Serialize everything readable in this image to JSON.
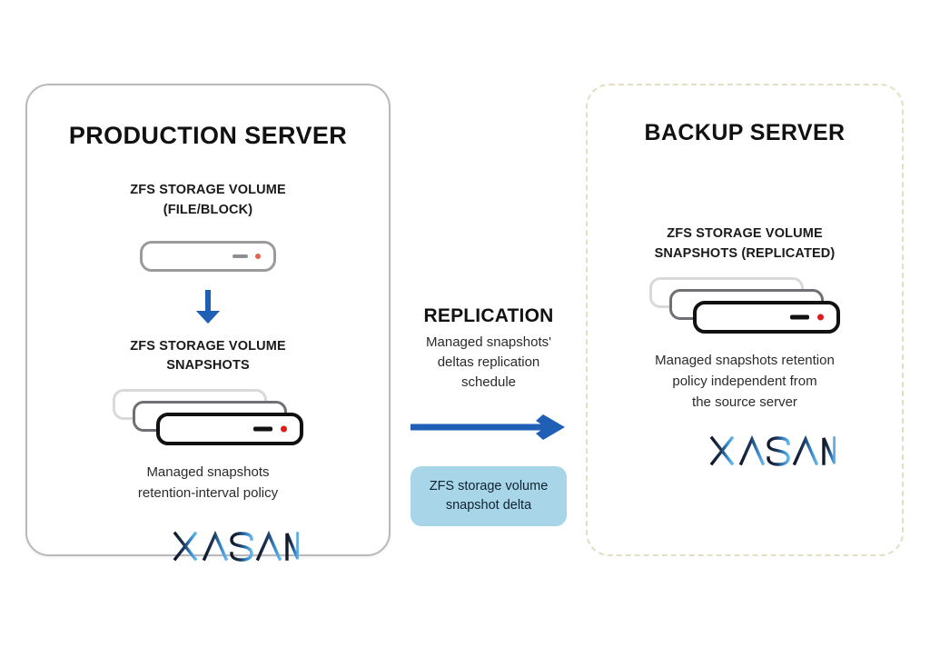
{
  "colors": {
    "accent_blue": "#1f5fb5",
    "delta_badge_bg": "#a8d6e8",
    "backup_border": "#e2dfc2",
    "production_border": "#b9b9bc",
    "logo_dark": "#111827",
    "logo_light": "#5fb0e5",
    "led_red": "#e01b1b",
    "led_orange": "#e8604d"
  },
  "production": {
    "title": "PRODUCTION SERVER",
    "volume": {
      "heading_line1": "ZFS STORAGE VOLUME",
      "heading_line2": "(FILE/BLOCK)",
      "icon": "server-single-icon"
    },
    "flow_icon": "arrow-down-icon",
    "snapshots": {
      "heading_line1": "ZFS STORAGE VOLUME",
      "heading_line2": "SNAPSHOTS",
      "icon": "server-stack-icon",
      "caption_line1": "Managed snapshots",
      "caption_line2": "retention-interval policy"
    },
    "logo": "HEXASAN"
  },
  "replication": {
    "title": "REPLICATION",
    "subtitle_line1": "Managed snapshots'",
    "subtitle_line2": "deltas replication",
    "subtitle_line3": "schedule",
    "arrow_icon": "arrow-right-icon",
    "delta_badge_line1": "ZFS storage volume",
    "delta_badge_line2": "snapshot delta"
  },
  "backup": {
    "title": "BACKUP SERVER",
    "snapshots": {
      "heading_line1": "ZFS STORAGE VOLUME",
      "heading_line2": "SNAPSHOTS (REPLICATED)",
      "icon": "server-stack-icon",
      "caption_line1": "Managed snapshots retention",
      "caption_line2": "policy independent from",
      "caption_line3": "the source server"
    },
    "logo": "HEXASAN"
  }
}
